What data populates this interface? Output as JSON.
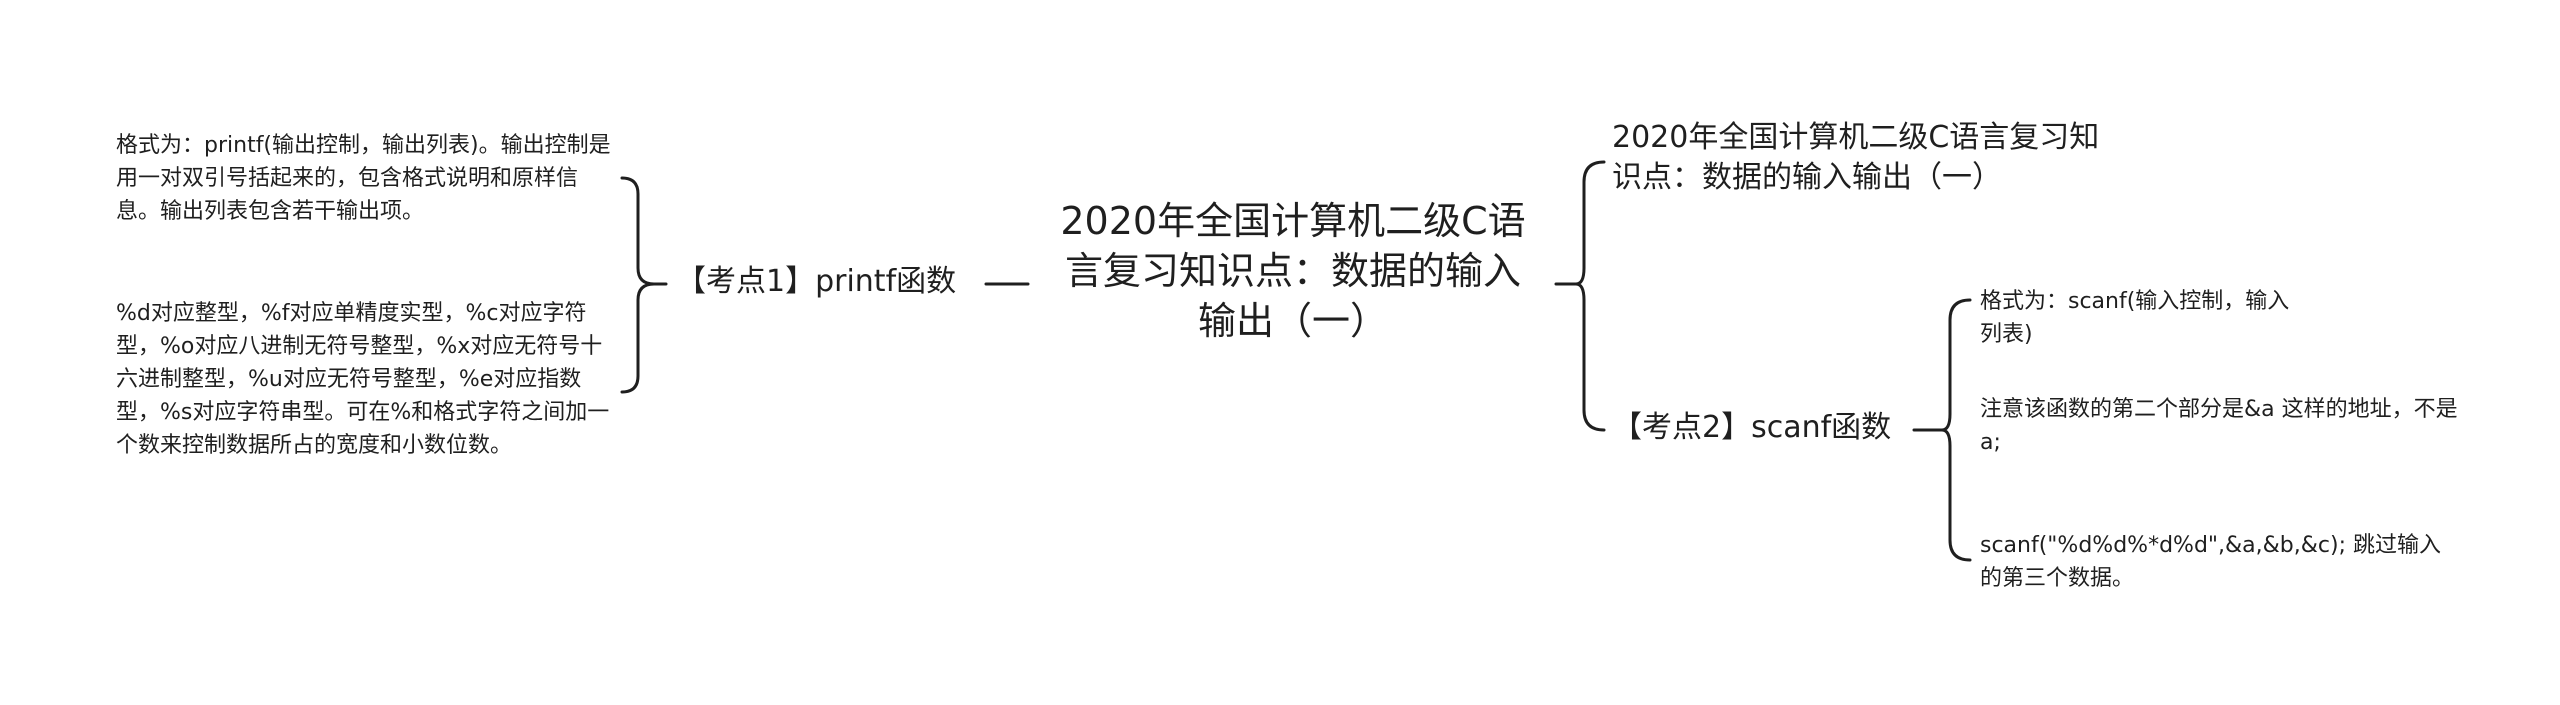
{
  "root": {
    "label": "2020年全国计算机二级C语言复习知识点：数据的输入输出（一）"
  },
  "branches": [
    {
      "label": "【考点1】printf函数",
      "children": [
        "格式为：printf(输出控制，输出列表)。输出控制是用一对双引号括起来的，包含格式说明和原样信息。输出列表包含若干输出项。",
        "%d对应整型，%f对应单精度实型，%c对应字符型，%o对应八进制无符号整型，%x对应无符号十六进制整型，%u对应无符号整型，%e对应指数型，%s对应字符串型。可在%和格式字符之间加一个数来控制数据所占的宽度和小数位数。"
      ]
    },
    {
      "label": "2020年全国计算机二级C语言复习知识点：数据的输入输出（一）",
      "children": []
    },
    {
      "label": "【考点2】scanf函数",
      "children": [
        "格式为：scanf(输入控制，输入列表)",
        "注意该函数的第二个部分是&a 这样的地址，不是a;",
        "scanf(\"%d%d%*d%d\",&a,&b,&c); 跳过输入的第三个数据。"
      ]
    }
  ],
  "colors": {
    "text": "#1f1f1f",
    "line": "#1f1f1f",
    "background": "#ffffff"
  }
}
